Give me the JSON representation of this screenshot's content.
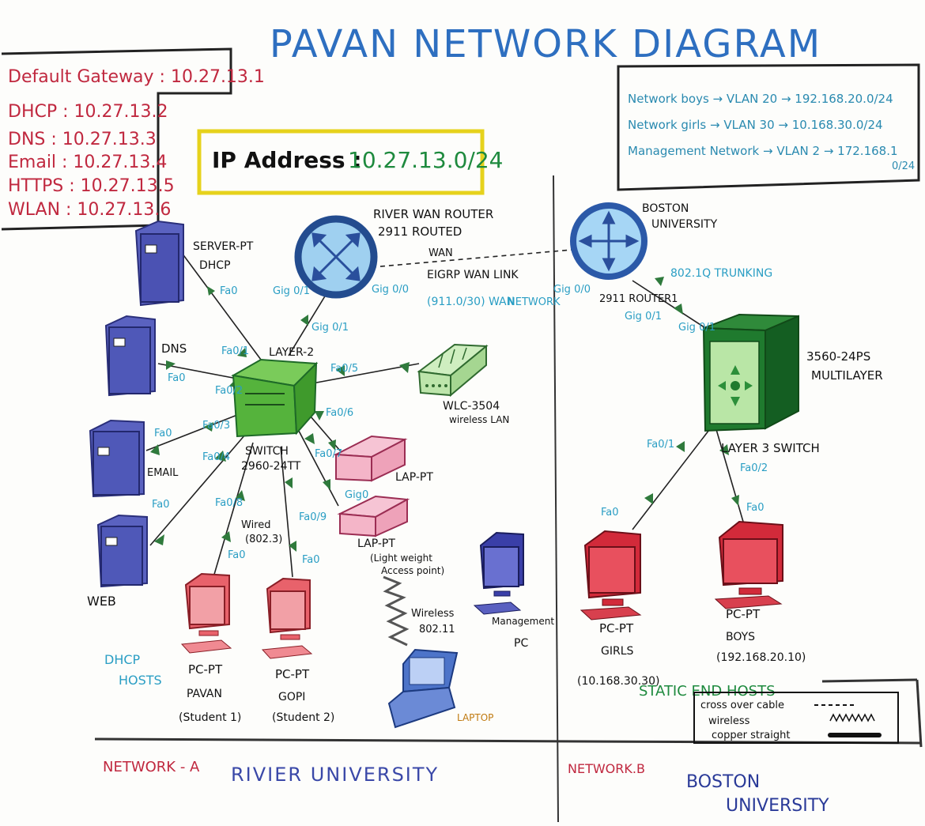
{
  "title": "PAVAN NETWORK DIAGRAM",
  "services": {
    "lines": [
      "Default Gateway : 10.27.13.1",
      "DHCP : 10.27.13.2",
      "DNS : 10.27.13.3",
      "Email : 10.27.13.4",
      "HTTPS : 10.27.13.5",
      "WLAN : 10.27.13.6"
    ]
  },
  "ip_box": {
    "label": "IP Address :",
    "value": "10.27.13.0/24"
  },
  "vlans": {
    "lines": [
      "Network boys → VLAN 20 → 192.168.20.0/24",
      "Network girls → VLAN 30 → 10.168.30.0/24",
      "Management Network → VLAN 2 → 172.168.1",
      "0/24"
    ]
  },
  "devices": {
    "rivier_router": [
      "RIVER WAN ROUTER",
      "2911 ROUTED"
    ],
    "boston_router": [
      "BOSTON",
      "UNIVERSITY"
    ],
    "boston_router_model": "2911 ROUTER1",
    "server_dhcp": [
      "SERVER-PT",
      "DHCP"
    ],
    "dns": "DNS",
    "email": "EMAIL",
    "web": "WEB",
    "switch_top": "LAYER-2",
    "switch_bottom": [
      "SWITCH",
      "2960-24TT"
    ],
    "wlc": [
      "WLC-3504",
      "wireless LAN"
    ],
    "lap1": "LAP-PT",
    "lap2": [
      "LAP-PT",
      "(Light weight",
      "Access point)"
    ],
    "mgmt_pc": [
      "Management",
      "PC"
    ],
    "laptop": "LAPTOP",
    "pc_pavan": [
      "PC-PT",
      "PAVAN",
      "(Student 1)"
    ],
    "pc_gopi": [
      "PC-PT",
      "GOPI",
      "(Student 2)"
    ],
    "l3switch": [
      "3560-24PS",
      "MULTILAYER"
    ],
    "l3switch_label": "LAYER 3 SWITCH",
    "pc_girls": [
      "PC-PT",
      "GIRLS",
      "(10.168.30.30)"
    ],
    "pc_boys": [
      "PC-PT",
      "BOYS",
      "(192.168.20.10)"
    ]
  },
  "links": {
    "wan": "WAN",
    "eigrp": "EIGRP WAN LINK",
    "wan_net": "(911.0/30) WAN",
    "network": "NETWORK",
    "trunking": "802.1Q TRUNKING",
    "wired": "Wired",
    "wired_std": "(802.3)",
    "wireless": "Wireless",
    "wireless_std": "802.11"
  },
  "ports": {
    "gig_a": "Gig 0/1",
    "gig_b": "Gig 0/0",
    "gig_sw": "Gig 0/1",
    "gig_br": "Gig 0/0",
    "gig_br2": "Gig 0/1",
    "gig_l3": "Gig 0/1",
    "fa0": "Fa0",
    "fa01": "Fa0/1",
    "fa02": "Fa0/2",
    "fa03": "Fa0/3",
    "fa04": "Fa0/4",
    "fa05": "Fa0/5",
    "fa06": "Fa0/6",
    "fa07": "Fa0/7",
    "fa08": "Fa0/8",
    "fa09": "Fa0/9",
    "gig0": "Gig0",
    "fa011": "Fa0/1",
    "fa012": "Fa0/2"
  },
  "captions": {
    "dhcp_hosts": [
      "DHCP",
      "HOSTS"
    ],
    "static_hosts": "STATIC END HOSTS",
    "network_a": "NETWORK - A",
    "network_b": "NETWORK.B",
    "rivier": "RIVIER UNIVERSITY",
    "boston": [
      "BOSTON",
      "UNIVERSITY"
    ]
  },
  "legend": {
    "items": [
      "cross over cable",
      "wireless",
      "copper straight"
    ]
  }
}
